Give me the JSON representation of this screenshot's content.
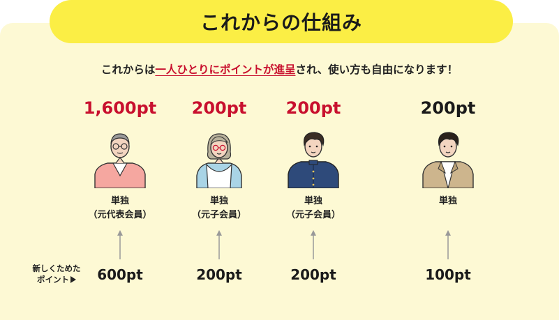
{
  "title": "これからの仕組み",
  "subtitle": {
    "before": "これからは",
    "highlight": "一人ひとりにポイントが進呈",
    "after": "され、使い方も自由になります！"
  },
  "side_label": {
    "line1": "新しくためた",
    "line2": "ポイント"
  },
  "columns": [
    {
      "points": "1,600pt",
      "points_color": "#c8102e",
      "label1": "単独",
      "label2": "（元代表会員）",
      "new_points": "600pt",
      "figure": "senior-man-vest-icon"
    },
    {
      "points": "200pt",
      "points_color": "#c8102e",
      "label1": "単独",
      "label2": "（元子会員）",
      "new_points": "200pt",
      "figure": "woman-glasses-icon"
    },
    {
      "points": "200pt",
      "points_color": "#c8102e",
      "label1": "単独",
      "label2": "（元子会員）",
      "new_points": "200pt",
      "figure": "student-uniform-icon"
    },
    {
      "points": "200pt",
      "points_color": "#1a1a1a",
      "label1": "単独",
      "label2": "",
      "new_points": "100pt",
      "figure": "young-man-jacket-icon"
    }
  ]
}
